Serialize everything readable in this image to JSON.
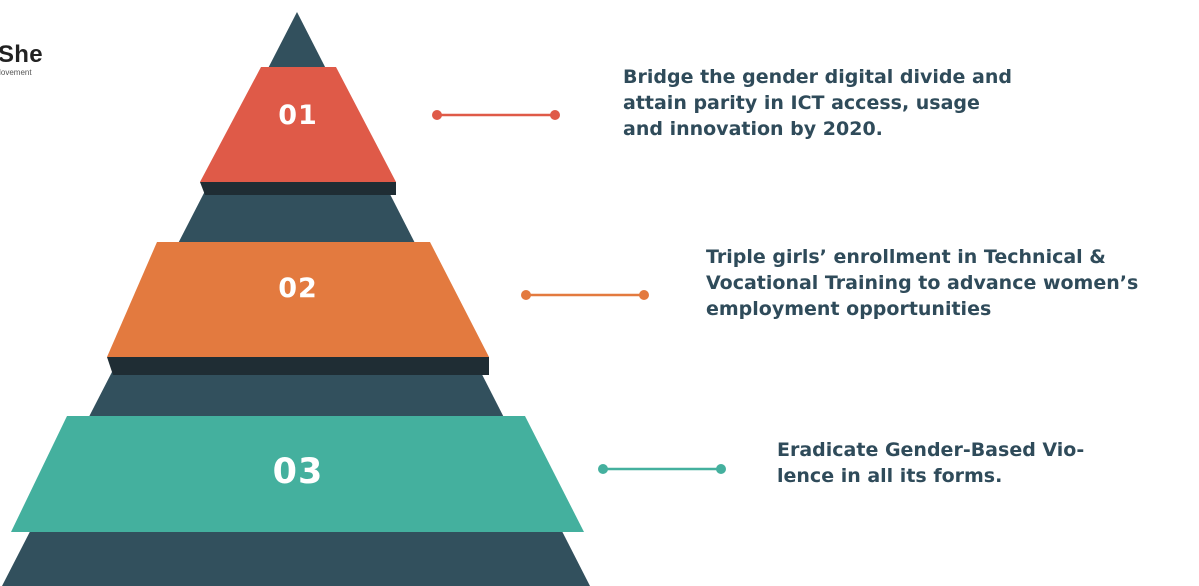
{
  "logo": {
    "wordmark": "She",
    "tagline": "y Movement"
  },
  "colors": {
    "pyramid_body": "#32505d",
    "pyramid_shadow": "#1f2d34",
    "tier_1": "#df5a48",
    "tier_2": "#e37a3f",
    "tier_3": "#44b09e",
    "text": "#2f4b5a"
  },
  "goals": [
    {
      "number": "01",
      "lines": [
        "Bridge the gender digital divide and",
        "attain parity in ICT access, usage",
        "and innovation by 2020."
      ]
    },
    {
      "number": "02",
      "lines": [
        "Triple girls’ enrollment in Technical &",
        "Vocational Training to advance women’s",
        "employment opportunities"
      ]
    },
    {
      "number": "03",
      "lines": [
        "Eradicate Gender-Based Vio-",
        "lence in all its forms."
      ]
    }
  ]
}
